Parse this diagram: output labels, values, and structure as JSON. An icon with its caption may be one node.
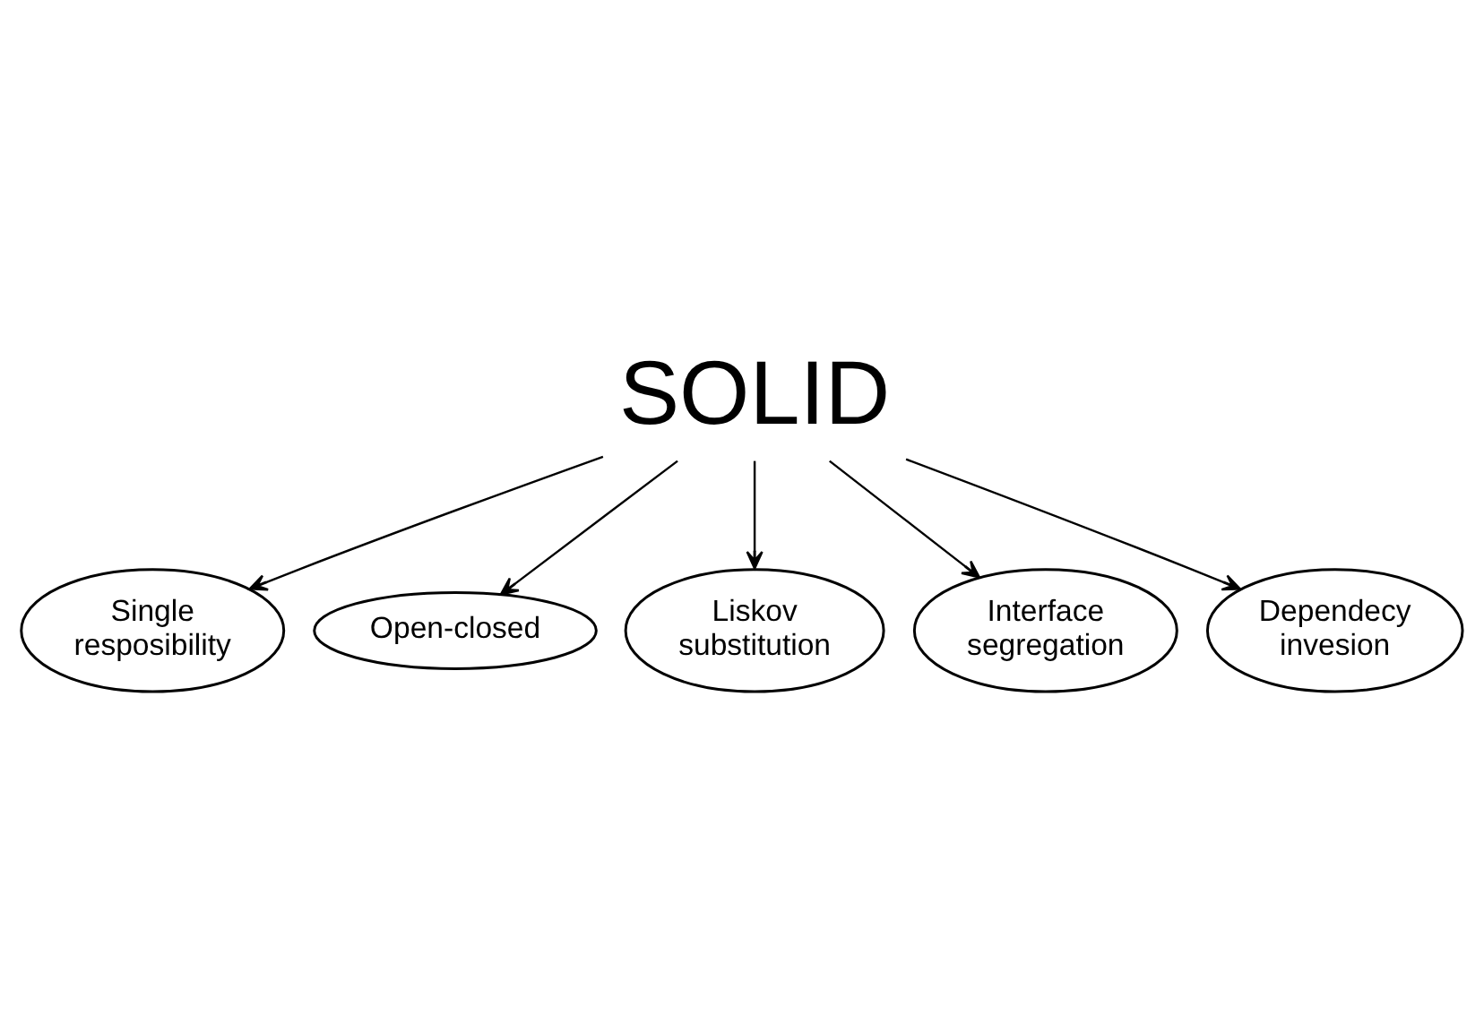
{
  "diagram": {
    "nodes": [
      {
        "text": [
          "SOLID"
        ]
      },
      {
        "text": [
          "Single resposibility"
        ]
      },
      {
        "text": [
          "Open-closed"
        ]
      },
      {
        "text": [
          "Liskov substitution"
        ]
      },
      {
        "text": [
          "Interface segregation"
        ]
      },
      {
        "text": [
          "Dependecy invesion"
        ]
      }
    ],
    "edges": [
      {
        "from": 0,
        "to": 1,
        "arrow": "to"
      },
      {
        "from": 0,
        "to": 2,
        "arrow": "to"
      },
      {
        "from": 0,
        "to": 3,
        "arrow": "to"
      },
      {
        "from": 0,
        "to": 4,
        "arrow": "to"
      },
      {
        "from": 0,
        "to": 5,
        "arrow": "to"
      }
    ]
  }
}
